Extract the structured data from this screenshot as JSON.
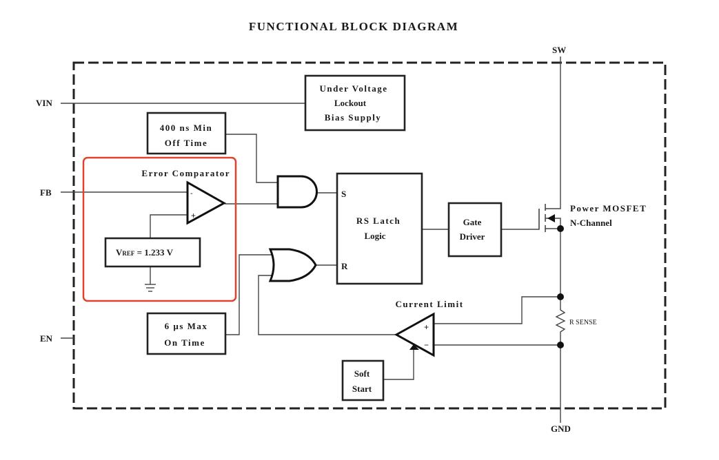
{
  "diagram": {
    "title": "FUNCTIONAL BLOCK DIAGRAM",
    "pins": {
      "vin": "VIN",
      "fb": "FB",
      "en": "EN",
      "sw": "SW",
      "gnd": "GND"
    },
    "blocks": {
      "uvlo": [
        "Under Voltage",
        "Lockout",
        "Bias Supply"
      ],
      "min_off": [
        "400 ns Min",
        "Off Time"
      ],
      "error_comparator": "Error Comparator",
      "vref": "VREF = 1.233 V",
      "vref_sym": "V",
      "vref_sub": "REF",
      "vref_val": " = 1.233 V",
      "rs_latch": [
        "RS Latch",
        "Logic"
      ],
      "rs_s": "S",
      "rs_r": "R",
      "gate_driver": [
        "Gate",
        "Driver"
      ],
      "mosfet": [
        "Power MOSFET",
        "N-Channel"
      ],
      "max_on": [
        "6 µs Max",
        "On Time"
      ],
      "current_limit": "Current Limit",
      "soft_start": [
        "Soft",
        "Start"
      ],
      "rsense": "R SENSE",
      "comp_minus": "-",
      "comp_plus": "+",
      "cl_plus": "+",
      "cl_minus": "−"
    },
    "highlight_color": "#e0432b"
  }
}
